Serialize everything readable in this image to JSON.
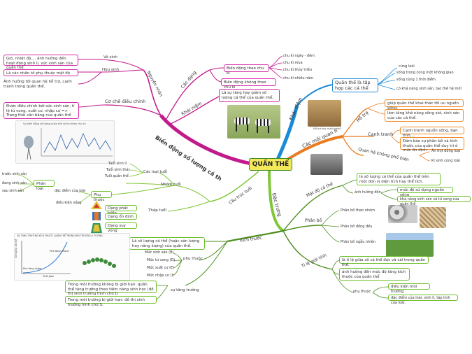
{
  "center": {
    "title": "QUẦN THỂ",
    "bg": "#f2e85a"
  },
  "colors": {
    "magenta": "#c21a8b",
    "blue": "#1a8bd6",
    "orange": "#ea7b1f",
    "green": "#7fc638",
    "darkgreen": "#4e8f1f"
  },
  "branches": {
    "bien_dong": "Biến động số lượng cá th",
    "khai_niem": "Khái niệm",
    "cac_moi_quan_he": "Các mối quan h",
    "dac_trung": "Đặc trưng",
    "cau_truc_tuoi": "Cấu trúc tuổi",
    "kich_thuoc": "Kích thước",
    "mat_do": "Mật độ cá thể",
    "phan_bo": "Phân bố",
    "ti_le_gioi_tinh": "Tỉ lệ giới tính"
  },
  "bien_dong": {
    "nguyen_nhan": "Nguyên nhân",
    "vo_sinh": "Vô sinh",
    "huu_sinh": "Hữu sinh",
    "vo_sinh_box": "Gió, nhiệt độ,... ảnh hưởng đến hoạt động sinh lí, sức sinh sản của quần thể.",
    "huu_sinh_box": "Là các nhân tố phụ thuộc mật độ",
    "huu_sinh_note": "Ảnh hưởng tới quan hệ hỗ trợ, cạnh tranh trong quần thể.",
    "co_che": "Cơ chế điều chỉnh",
    "co_che_box": "Được điều chỉnh bởi sức sinh sản, tỉ lệ tử vong, xuất cư, nhập cư => Trạng thái cân bằng của quần thể",
    "cac_dang": "Các dạng",
    "khai_niem": "Khái niệm",
    "bd_theo_chu_ki": "Biến động theo chu kì",
    "bd_khong_chu_ki": "Biến động không theo chu kì",
    "khai_niem_box": "Là sự tăng hay giảm số lượng cá thể của quần thể.",
    "chu_ki": [
      "chu kì ngày - đêm",
      "chu kì mùa",
      "chu kì thủy triều",
      "chu kì nhiều năm"
    ],
    "graph_title": "Sự biến động số lượng quần thể cá thu theo chu kỳ"
  },
  "khai_niem_qt": {
    "box": "Quần thể là tập hợp các cá thể",
    "items": [
      "cùng loài",
      "sống trong cùng một không gian",
      "sống cùng 1 thời điểm",
      "có khả năng sinh sản, tạo thế hệ mới"
    ]
  },
  "moi_quan_he": {
    "ho_tro": "Hỗ trợ",
    "canh_tranh": "Cạnh tranh",
    "khong_pho_bien": "Quan hệ không phổ biến",
    "ho_tro_boxes": [
      "giúp quần thể khai thác tối ưu nguồn sống.",
      "làm tăng khả năng sống sót, sinh sản của các cá thể."
    ],
    "canh_tranh_boxes": [
      "Cạnh tranh nguồn sống, bạn tình,...",
      "Đảm bảo sự phân bố và kích thước của quần thể duy trì ở mức ổn định."
    ],
    "khong_pho_bien_items": [
      "Ăn thịt đồng loại",
      "Kí sinh cùng loài"
    ],
    "photo_caption": "Hỗ trợ hay cạnh tranh?"
  },
  "cau_truc_tuoi": {
    "cac_loai_tuoi": "Các loại tuổi",
    "tuoi_sinh_li": "Tuổi sinh lí",
    "tuoi_sinh_thai": "Tuổi sinh thái",
    "tuoi_qt": "Tuổi quần thể",
    "nhom_tuoi": "Nhóm tuổi",
    "phan_loai": "Phân loại",
    "truoc_sinh_san": "trước sinh sản",
    "dang_sinh_san": "đang sinh sản",
    "sau_sinh_san": "sau sinh sản",
    "phu_thuoc": "Phụ thuộc",
    "dac_diem": "đặc điểm của loài",
    "dieu_kien": "điều kiện sống",
    "thap_tuoi": "Tháp tuổi",
    "thap_items": [
      "Dạng phát triển",
      "Dạng ổn định",
      "Dạng suy vong"
    ]
  },
  "kich_thuoc": {
    "box": "Là số lượng cá thể (hoặc sản lượng hay năng lượng) của quần thể.",
    "phu_thuoc": "phụ thuộc",
    "factors": [
      "Mức sinh sản (B)",
      "Mức tử vong (D)",
      "Mức xuất cư (E)",
      "Mức nhập cư (I)"
    ],
    "su_tang_truong": "sự tăng trưởng",
    "tang_truong_boxes": [
      "Trong môi trường không bị giới hạn: quần thể tăng trưởng theo tiềm năng sinh học (đồ thị sinh trưởng hình chữ J)",
      "Trong môi trường bị giới hạn: đồ thị sinh trưởng hình chữ S."
    ],
    "graph_title": "SỰ TĂNG TRƯỞNG KÍCH THƯỚC QUẦN THỂ TRONG MÔI TRƯỜNG LÍ TƯỞNG",
    "graph_y": "Số lượng cá thể",
    "graph_x": "Thời gian",
    "graph_phase1": "Pha tăng nhanh",
    "graph_phase2": "Pha tăng chậm"
  },
  "mat_do": {
    "box": "là số lượng cá thể của quần thể trên một đơn vị diện tích hay thể tích.",
    "anh_huong": "ảnh hưởng đến",
    "items": [
      "mức độ sử dụng nguồn sống",
      "khả năng sinh sản và tử vong của quần thể"
    ]
  },
  "phan_bo": {
    "items": [
      "Phân bố theo nhóm",
      "Phân bố đồng đều",
      "Phân bố ngẫu nhiên"
    ]
  },
  "ti_le_gioi_tinh": {
    "box1": "là tỉ lệ giữa số cá thể đực và cái trong quần thể.",
    "box2": "ảnh hưởng đến mức độ tăng kích thước của quần thể",
    "phu_thuoc": "phụ thuộc",
    "items": [
      "điều kiện môi trường",
      "đặc điểm của loài, sinh lí, tập tính của loài."
    ]
  }
}
